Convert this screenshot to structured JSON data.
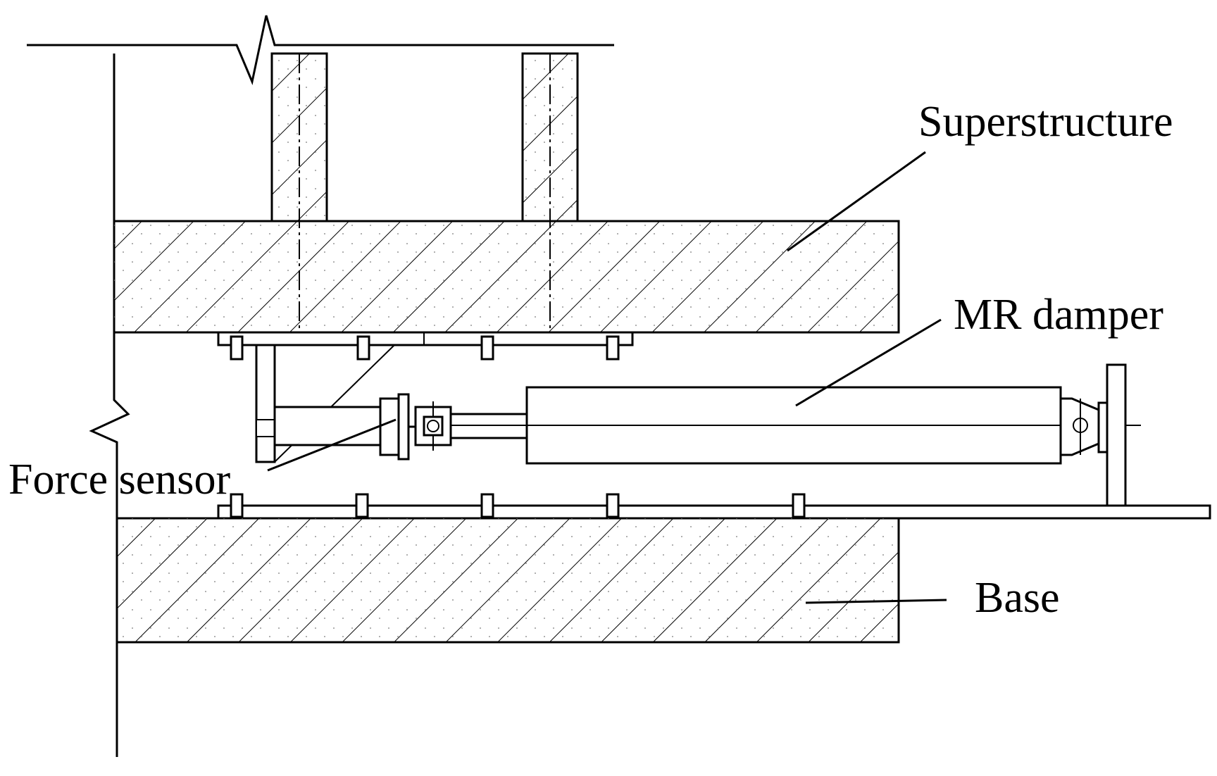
{
  "labels": {
    "superstructure": "Superstructure",
    "mr_damper": "MR damper",
    "force_sensor": "Force sensor",
    "base": "Base"
  },
  "colors": {
    "line": "#000000",
    "background": "#ffffff",
    "concrete_dots": "#777777"
  }
}
